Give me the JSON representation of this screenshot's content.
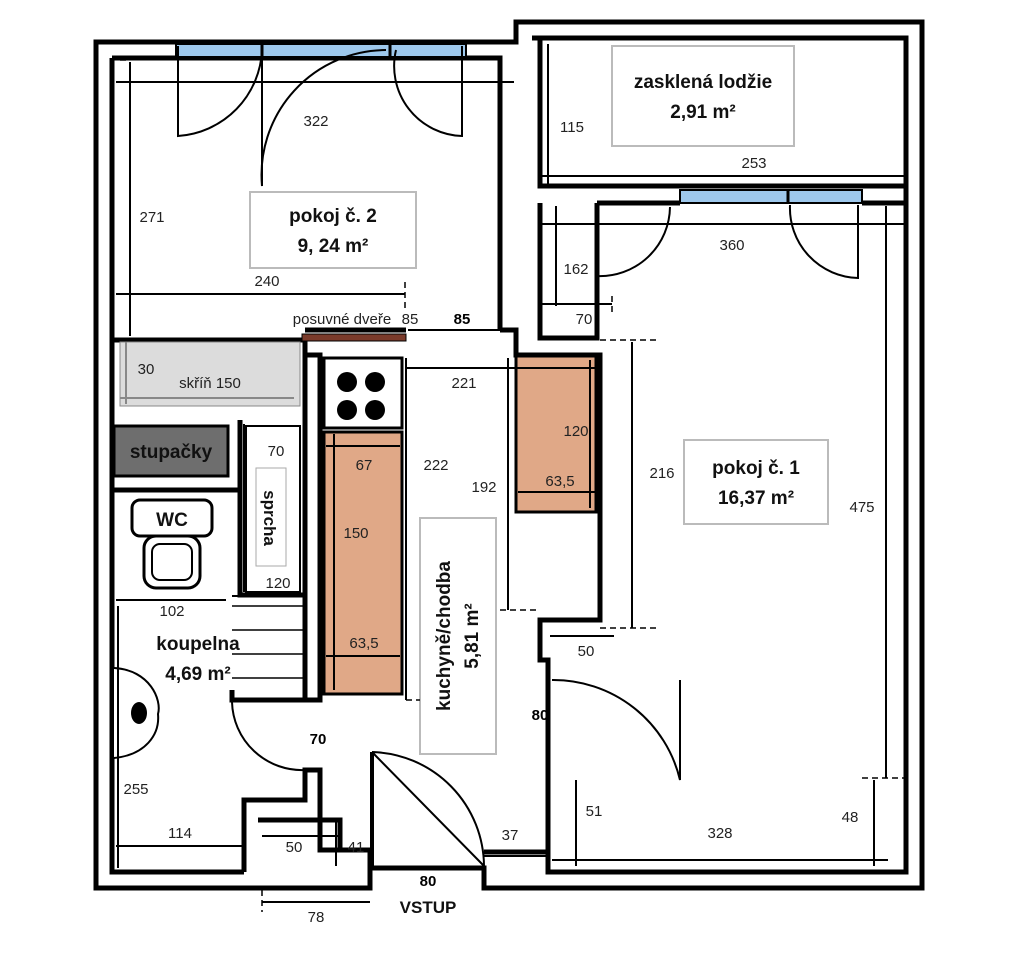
{
  "rooms": {
    "room2_name": "pokoj č. 2",
    "room2_area": "9, 24 m²",
    "room1_name": "pokoj č. 1",
    "room1_area": "16,37 m²",
    "loggia_name": "zasklená lodžie",
    "loggia_area": "2,91 m²",
    "kitchen_label": "kuchyně/chodba",
    "kitchen_area": "5,81 m²",
    "bathroom_name": "koupelna",
    "bathroom_area": "4,69 m²",
    "risers": "stupačky",
    "wc": "WC",
    "shower": "sprcha",
    "wardrobe": "skříň 150",
    "sliding_door": "posuvné dveře",
    "entrance": "VSTUP"
  },
  "dimensions": {
    "d322": "322",
    "d271": "271",
    "d240": "240",
    "d85a": "85",
    "d85b": "85",
    "d30": "30",
    "d115": "115",
    "d253": "253",
    "d360": "360",
    "d162": "162",
    "d70a": "70",
    "d221": "221",
    "d222": "222",
    "d120a": "120",
    "d63a": "63,5",
    "d67": "67",
    "d150": "150",
    "d63b": "63,5",
    "d192": "192",
    "d216": "216",
    "d475": "475",
    "d70b": "70",
    "d120b": "120",
    "d102": "102",
    "d50a": "50",
    "d80a": "80",
    "d70c": "70",
    "d255": "255",
    "d114": "114",
    "d50b": "50",
    "d41": "41",
    "d37": "37",
    "d80b": "80",
    "d51": "51",
    "d328": "328",
    "d48": "48",
    "d78": "78"
  },
  "colors": {
    "wall": "#000000",
    "window": "#9ec8ec",
    "counter": "#e0a887",
    "risers": "#6e6e6e",
    "wardrobe": "#dcdcdc"
  }
}
